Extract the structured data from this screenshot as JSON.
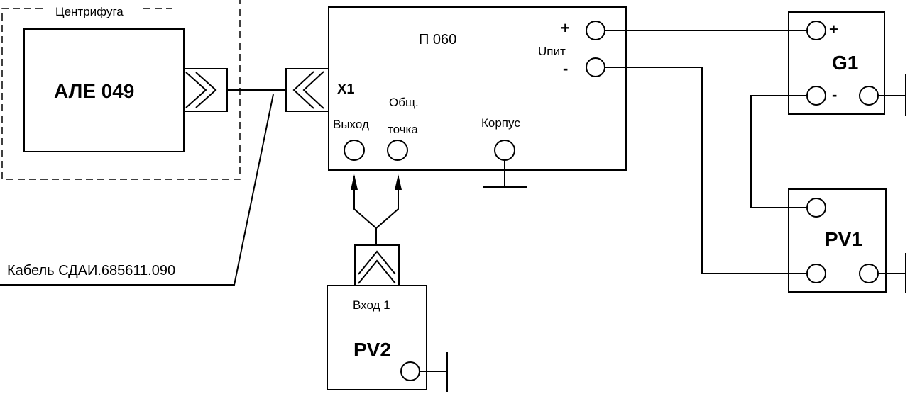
{
  "centrifuge": {
    "label": "Центрифуга",
    "device": "АЛЕ 049"
  },
  "cable": {
    "label": "Кабель СДАИ.685611.090"
  },
  "converter": {
    "name": "П 060",
    "connector": "X1",
    "supply_label": "Uпит",
    "plus": "+",
    "minus": "-",
    "output": "Выход",
    "common_line1": "Общ.",
    "common_line2": "точка",
    "chassis": "Корпус"
  },
  "g1": {
    "name": "G1",
    "plus": "+",
    "minus": "-"
  },
  "pv1": {
    "name": "PV1"
  },
  "pv2": {
    "name": "PV2",
    "input": "Вход 1"
  }
}
